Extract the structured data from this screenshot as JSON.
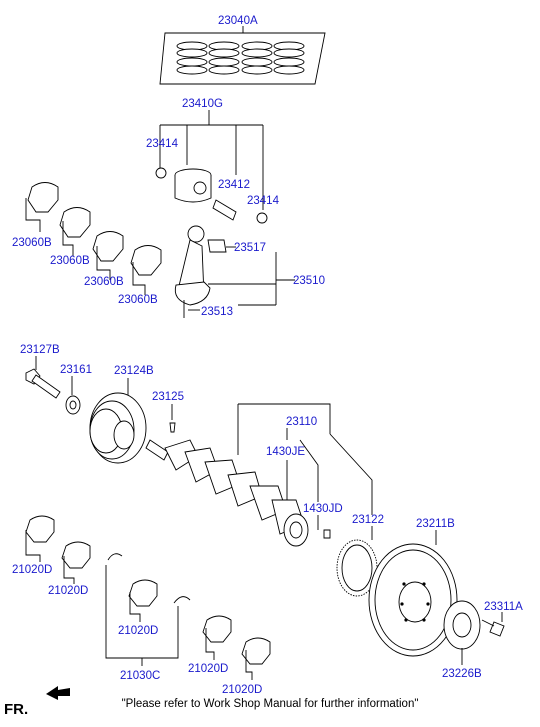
{
  "parts": {
    "p23040A": "23040A",
    "p23410G": "23410G",
    "p23414a": "23414",
    "p23412": "23412",
    "p23414b": "23414",
    "p23517": "23517",
    "p23510": "23510",
    "p23513": "23513",
    "p23060B_1": "23060B",
    "p23060B_2": "23060B",
    "p23060B_3": "23060B",
    "p23060B_4": "23060B",
    "p23127B": "23127B",
    "p23161": "23161",
    "p23124B": "23124B",
    "p23125": "23125",
    "p23110": "23110",
    "p1430JE": "1430JE",
    "p1430JD": "1430JD",
    "p23122": "23122",
    "p23211B": "23211B",
    "p23311A": "23311A",
    "p23226B": "23226B",
    "p21020D_1": "21020D",
    "p21020D_2": "21020D",
    "p21020D_3": "21020D",
    "p21020D_4": "21020D",
    "p21020D_5": "21020D",
    "p21030C": "21030C"
  },
  "footer": {
    "fr_label": "FR.",
    "note": "\"Please refer to Work Shop Manual for further information\""
  },
  "colors": {
    "part_number": "#1a1acc",
    "line": "#000000",
    "background": "#ffffff"
  },
  "icons": {
    "front_arrow": "front-direction-arrow-icon"
  }
}
